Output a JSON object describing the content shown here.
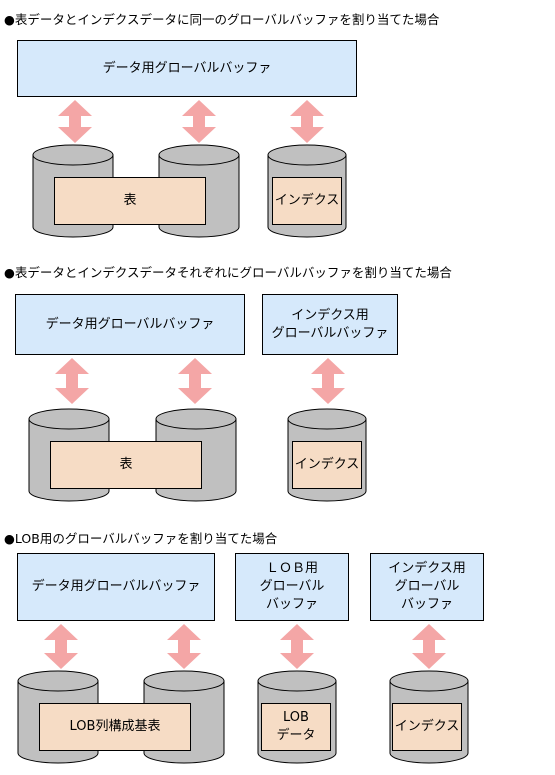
{
  "sections": [
    {
      "heading": "●表データとインデクスデータに同一のグローバルバッファを割り当てた場合",
      "buffers": [
        "データ用グローバルバッファ"
      ],
      "stores": [
        "表",
        "インデクス"
      ]
    },
    {
      "heading": "●表データとインデクスデータそれぞれにグローバルバッファを割り当てた場合",
      "buffers": [
        "データ用グローバルバッファ",
        "インデクス用\nグローバルバッファ"
      ],
      "stores": [
        "表",
        "インデクス"
      ]
    },
    {
      "heading": "●LOB用のグローバルバッファを割り当てた場合",
      "buffers": [
        "データ用グローバルバッファ",
        "ＬＯＢ用\nグローバル\nバッファ",
        "インデクス用\nグローバル\nバッファ"
      ],
      "stores": [
        "LOB列構成基表",
        "LOB\nデータ",
        "インデクス"
      ]
    }
  ],
  "colors": {
    "buffer_fill": "#d6e9fb",
    "store_label_fill": "#f6dcc5",
    "cylinder_fill": "#c0c0c0",
    "arrow_fill": "#f4a6a6"
  }
}
